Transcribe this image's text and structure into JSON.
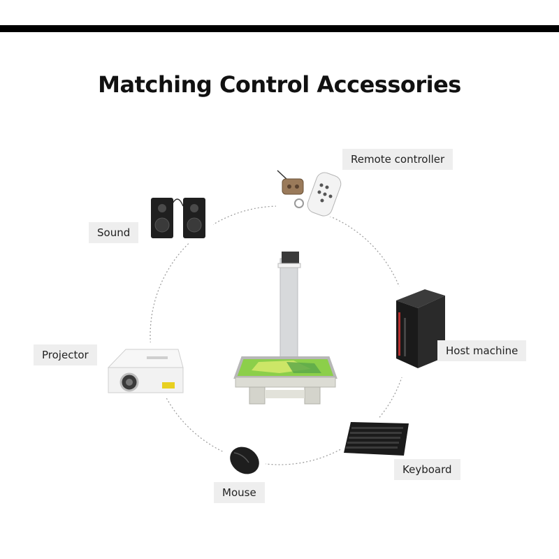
{
  "title": "Matching Control Accessories",
  "accessories": [
    {
      "label": "Remote controller",
      "icon": "remote-controller-icon"
    },
    {
      "label": "Sound",
      "icon": "speakers-icon"
    },
    {
      "label": "Projector",
      "icon": "projector-icon"
    },
    {
      "label": "Host machine",
      "icon": "pc-tower-icon"
    },
    {
      "label": "Keyboard",
      "icon": "keyboard-icon"
    },
    {
      "label": "Mouse",
      "icon": "mouse-icon"
    }
  ],
  "colors": {
    "accent_bar": "#000000",
    "label_bg": "#eeeeee",
    "screen_green": "#8ccf4a"
  }
}
